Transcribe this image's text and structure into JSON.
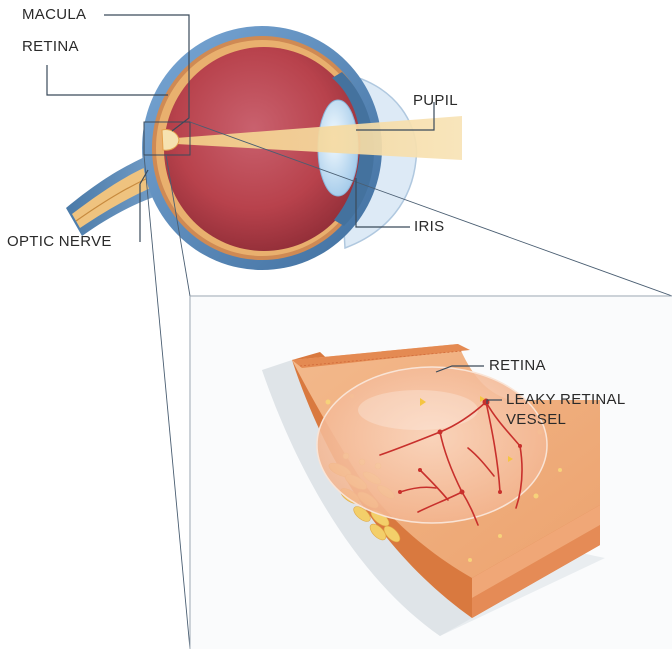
{
  "labels": {
    "macula": "MACULA",
    "retina_top": "RETINA",
    "pupil": "PUPIL",
    "optic_nerve": "OPTIC NERVE",
    "iris": "IRIS",
    "retina_detail": "RETINA",
    "leaky_line1": "LEAKY RETINAL",
    "leaky_line2": "VESSEL"
  },
  "colors": {
    "eyeball_interior": "#b8424c",
    "sclera": "#5f8fc0",
    "retina_layer": "#e8a060",
    "light_beam": "#f6dca0",
    "optic_nerve": "#e8b870",
    "tissue_orange": "#e9a172",
    "tissue_dark": "#d9793f",
    "vessel": "#c8302c",
    "leader_line": "#3a4a5a"
  }
}
